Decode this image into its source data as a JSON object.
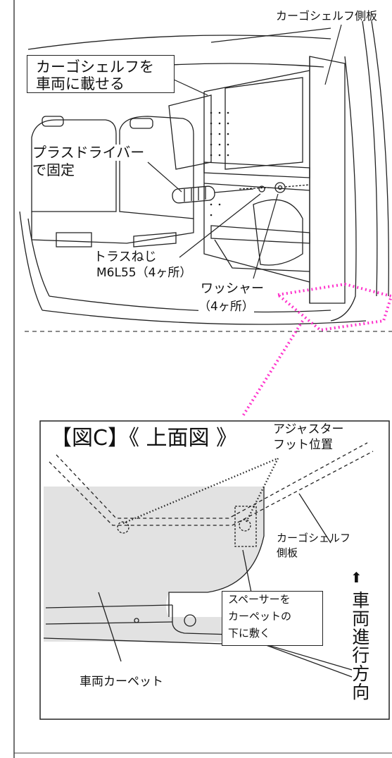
{
  "top_section": {
    "side_panel_label": "カーゴシェルフ側板",
    "step_label": "カーゴシェルフを\n車両に載せる",
    "step_label_line1": "カーゴシェルフを",
    "step_label_line2": "車両に載せる",
    "tool_label_line1": "プラスドライバー",
    "tool_label_line2": "で固定",
    "screw_label_line1": "トラスねじ",
    "screw_label_line2": "M6L55（4ヶ所）",
    "washer_label_line1": "ワッシャー",
    "washer_label_line2": "（4ヶ所）"
  },
  "bottom_section": {
    "figure_title": "【図C】《 上面図 》",
    "adjuster_label_line1": "アジャスター",
    "adjuster_label_line2": "フット位置",
    "side_panel_label_line1": "カーゴシェルフ",
    "side_panel_label_line2": "側板",
    "direction_label": "車両進行方向",
    "direction_arrow": "⬆",
    "spacer_label_line1": "スペーサーを",
    "spacer_label_line2": "カーペットの",
    "spacer_label_line3": "下に敷く",
    "carpet_label": "車両カーペット"
  },
  "colors": {
    "highlight": "#ff33cc",
    "carpet_fill": "#e2e2e2",
    "line": "#222222"
  }
}
